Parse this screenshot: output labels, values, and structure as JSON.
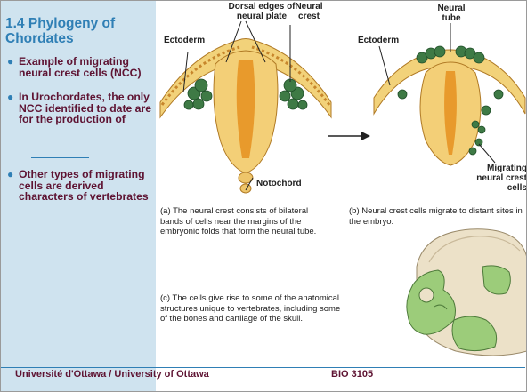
{
  "slide": {
    "title": "1.4 Phylogeny of Chordates",
    "bullets": [
      "Example of migrating neural crest cells (NCC)",
      "In Urochordates, the only NCC identified to date are for the production of",
      "Other types of migrating cells are derived characters of vertebrates"
    ]
  },
  "figure": {
    "labels": {
      "dorsal_edges": "Dorsal edges of neural plate",
      "neural_crest": "Neural crest",
      "neural_tube": "Neural tube",
      "ectoderm_left": "Ectoderm",
      "ectoderm_right": "Ectoderm",
      "notochord": "Notochord",
      "migrating": "Migrating neural crest cells"
    },
    "captions": {
      "a": "(a) The neural crest consists of bilateral bands of cells near the margins of the embryonic folds that form the neural tube.",
      "b": "(b) Neural crest cells migrate to distant sites in the embryo.",
      "c": "(c) The cells give rise to some of the anatomical structures unique to vertebrates, including some of the bones and cartilage of the skull."
    }
  },
  "footer": {
    "institution": "Université d'Ottawa / University of Ottawa",
    "course": "BIO 3105"
  },
  "colors": {
    "title_blue": "#2f7fb5",
    "text_maroon": "#5e1332",
    "sidebar_bg": "#cfe3ef",
    "crest_green": "#2f6b3a",
    "tissue_orange": "#e8a642",
    "skull_green": "#9ccc7a"
  }
}
